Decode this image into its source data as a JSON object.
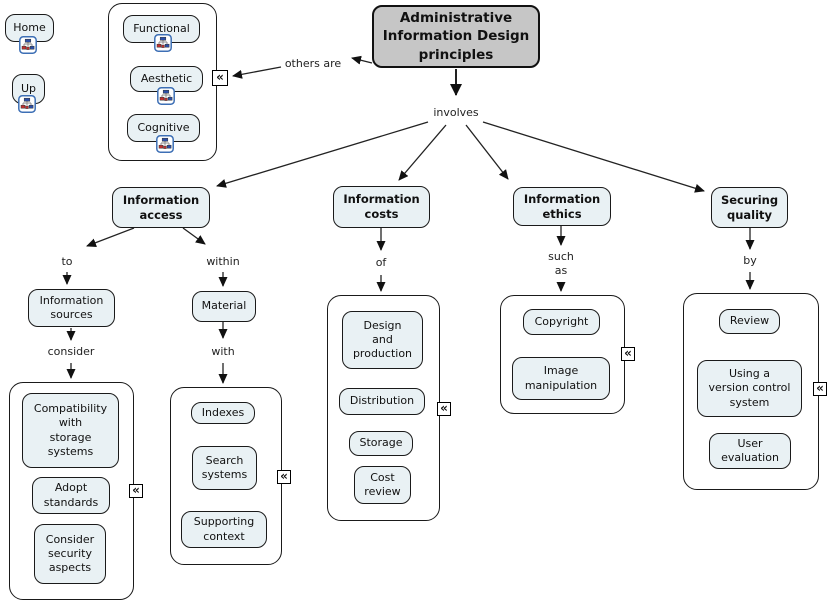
{
  "colors": {
    "canvas": "#ffffff",
    "concept_fill": "#e9f1f4",
    "title_fill": "#c6c6c6",
    "border": "#1a1a1a",
    "map_icon_border": "#3d6fb5",
    "map_icon_red": "#c03030",
    "map_icon_blue": "#2b4ea8"
  },
  "nav": {
    "home": "Home",
    "up": "Up"
  },
  "map": {
    "title": "Administrative\nInformation Design\nprinciples",
    "chevron_glyph": "«",
    "categories": {
      "functional": "Functional",
      "aesthetic": "Aesthetic",
      "cognitive": "Cognitive"
    },
    "links": {
      "others_are": "others are",
      "involves": "involves",
      "to": "to",
      "within": "within",
      "consider": "consider",
      "with": "with",
      "of": "of",
      "such_as": "such\nas",
      "by": "by"
    },
    "concepts": {
      "info_access": "Information\naccess",
      "info_costs": "Information\ncosts",
      "info_ethics": "Information\nethics",
      "securing_quality": "Securing\nquality",
      "info_sources": "Information\nsources",
      "material": "Material",
      "compatibility": "Compatibility\nwith\nstorage\nsystems",
      "adopt_standards": "Adopt\nstandards",
      "consider_security": "Consider\nsecurity\naspects",
      "indexes": "Indexes",
      "search_systems": "Search\nsystems",
      "supporting_context": "Supporting\ncontext",
      "design_production": "Design\nand\nproduction",
      "distribution": "Distribution",
      "storage": "Storage",
      "cost_review": "Cost\nreview",
      "copyright": "Copyright",
      "image_manipulation": "Image\nmanipulation",
      "review": "Review",
      "version_control": "Using a\nversion control\nsystem",
      "user_evaluation": "User\nevaluation"
    }
  }
}
